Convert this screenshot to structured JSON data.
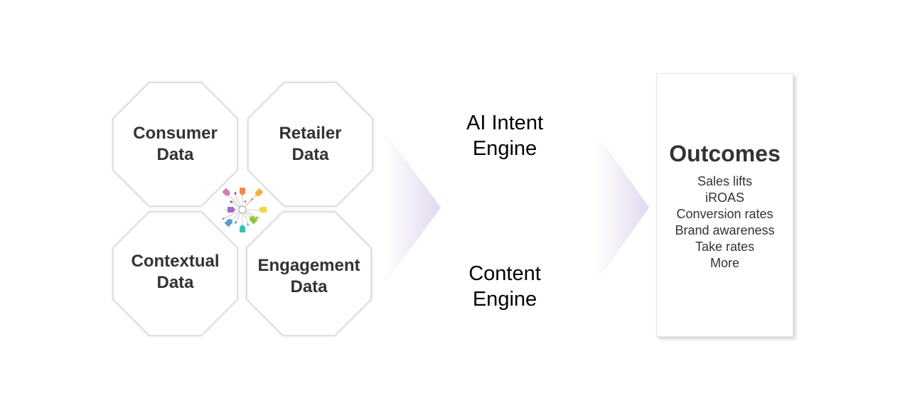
{
  "data_sources": [
    {
      "line1": "Consumer",
      "line2": "Data"
    },
    {
      "line1": "Retailer",
      "line2": "Data"
    },
    {
      "line1": "Contextual",
      "line2": "Data"
    },
    {
      "line1": "Engagement",
      "line2": "Data"
    }
  ],
  "hub_icon": "colorful-tags-burst-icon",
  "engines": [
    {
      "line1": "AI Intent",
      "line2": "Engine"
    },
    {
      "line1": "Content",
      "line2": "Engine"
    }
  ],
  "outcomes": {
    "title": "Outcomes",
    "items": [
      "Sales lifts",
      "iROAS",
      "Conversion rates",
      "Brand awareness",
      "Take rates",
      "More"
    ]
  },
  "colors": {
    "text_dark": "#333333",
    "chevron_tint": "#e2d9ee",
    "tags": [
      "#d97bb8",
      "#f28a4f",
      "#f5b042",
      "#f2d93a",
      "#8cc43f",
      "#3cbfb4",
      "#5b9bd5",
      "#9b6fc1"
    ]
  }
}
